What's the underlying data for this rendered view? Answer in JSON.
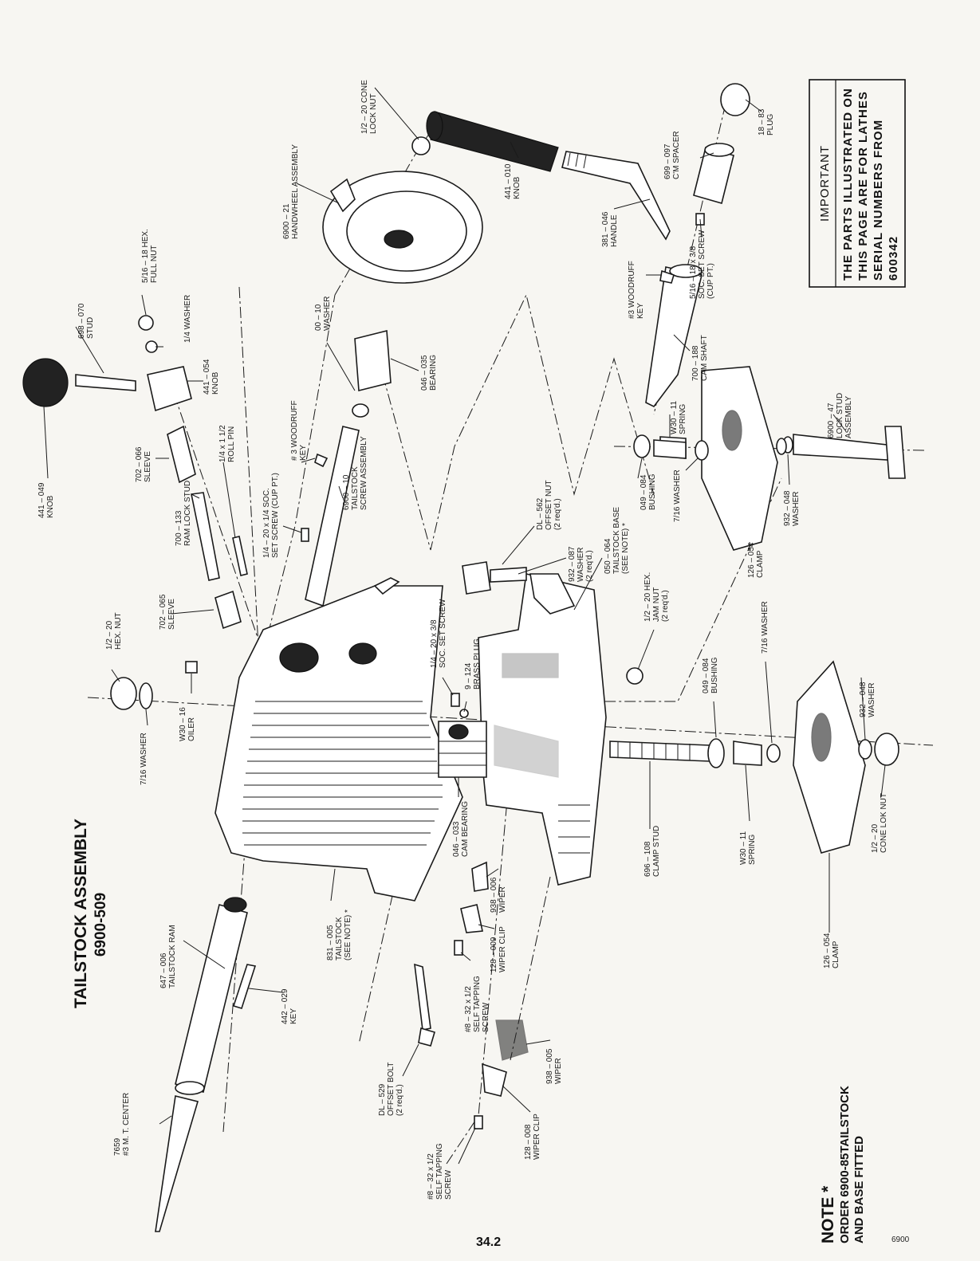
{
  "title": {
    "line1": "TAILSTOCK ASSEMBLY",
    "line2": "6900-509"
  },
  "important": {
    "heading": "IMPORTANT",
    "lines": [
      "THE PARTS ILLUSTRATED ON",
      "THIS PAGE ARE FOR LATHES",
      "SERIAL  NUMBERS  FROM",
      "600342"
    ]
  },
  "note": {
    "heading": "NOTE *",
    "line1": "ORDER 6900-85TAILSTOCK",
    "line2": "AND BASE FITTED"
  },
  "page_number": "34.2",
  "footer_code": "6900",
  "parts": {
    "p18_83": [
      "18 – 83",
      "PLUG"
    ],
    "p699_097": [
      "699 – 097",
      "C'M SPACER"
    ],
    "p441_010": [
      "441 – 010",
      "KNOB"
    ],
    "p381_046": [
      "381 – 046",
      "HANDLE"
    ],
    "p516_setscrew": [
      "5/16 – 18 x 3/8",
      "SOC. SET SCREW",
      "(CUP PT.)"
    ],
    "p_woodruff_a": [
      "#3 WOODRUFF",
      "KEY"
    ],
    "p700_188": [
      "700 – 188",
      "CAM SHAFT"
    ],
    "p12_cone_lock": [
      "1/2 – 20  CONE",
      "LOCK  NUT"
    ],
    "p6900_21": [
      "6900 – 21",
      "HANDWHEEL  ASSEMBLY"
    ],
    "p516_hex": [
      "5/16 – 18  HEX.",
      "FULL  NUT"
    ],
    "p14_washer": [
      "1/4  WASHER"
    ],
    "p698_070": [
      "698 – 070",
      "STUD"
    ],
    "p00_10": [
      "00 – 10",
      "WASHER"
    ],
    "p046_035": [
      "046 – 035",
      "BEARING"
    ],
    "p441_054": [
      "441 – 054",
      "KNOB"
    ],
    "p441_049": [
      "441 – 049",
      "KNOB"
    ],
    "p702_066": [
      "702 – 066",
      "SLEEVE"
    ],
    "p14_rollpin": [
      "1/4 x 1 1/2",
      "ROLL  PIN"
    ],
    "p700_133": [
      "700 – 133",
      "RAM  LOCK  STUD"
    ],
    "p_woodruff_b": [
      "# 3  WOODRUFF",
      "KEY"
    ],
    "p14_setscrew": [
      "1/4 – 20 x 1/4  SOC.",
      "SET  SCREW  (CUP  PT.)"
    ],
    "p6900_10": [
      "6900 – 10",
      "TAILSTOCK",
      "SCREW  ASSEMBLY"
    ],
    "pW30_11a": [
      "W30 – 11",
      "SPRING"
    ],
    "p6900_47": [
      "6900 – 47",
      "LOCK  STUD",
      "ASSEMBLY"
    ],
    "p049_084a": [
      "049 – 084",
      "BUSHING"
    ],
    "p716_washer_a": [
      "7/16  WASHER"
    ],
    "p932_048a": [
      "932 – 048",
      "WASHER"
    ],
    "pDL_562": [
      "DL – 562",
      "OFFSET  NUT",
      "(2 req'd.)"
    ],
    "p932_087": [
      "932 – 087",
      "WASHER",
      "(2 req'd.)"
    ],
    "p050_064": [
      "050 – 064",
      "TAILSTOCK  BASE",
      "(SEE  NOTE) *"
    ],
    "p126_054a": [
      "126 – 054",
      "CLAMP"
    ],
    "p702_065": [
      "702 – 065",
      "SLEEVE"
    ],
    "p12_hex_nut": [
      "1/2 – 20",
      "HEX.  NUT"
    ],
    "p14_socset": [
      "1/4 – 20 x 3/8",
      "SOC.  SET  SCREW"
    ],
    "p9_124": [
      "9 – 124",
      "BRASS  PLUG"
    ],
    "p12_jam": [
      "1/2 – 20  HEX.",
      "JAM  NUT",
      "(2 req'd.)"
    ],
    "p049_084b": [
      "049 – 084",
      "BUSHING"
    ],
    "p716_washer_b": [
      "7/16  WASHER"
    ],
    "pW30_16": [
      "W30 – 16",
      "OILER"
    ],
    "p716_washer_c": [
      "7/16  WASHER"
    ],
    "p932_048b": [
      "932 – 048",
      "WASHER"
    ],
    "p046_033": [
      "046 – 033",
      "CAM  BEARING"
    ],
    "p938_006": [
      "938 – 006",
      "WIPER"
    ],
    "p696_108": [
      "696 – 108",
      "CLAMP  STUD"
    ],
    "pW30_11b": [
      "W30 – 11",
      "SPRING"
    ],
    "p12_cone_lok": [
      "1/2 – 20",
      "CONE  LOK  NUT"
    ],
    "p126_054b": [
      "126 – 054",
      "CLAMP"
    ],
    "p647_006": [
      "647 – 006",
      "TAILSTOCK  RAM"
    ],
    "p831_005": [
      "831 – 005",
      "TAILSTOCK",
      "(SEE  NOTE) *"
    ],
    "p128_009": [
      "128 – 009",
      "WIPER  CLIP"
    ],
    "p442_029": [
      "442 – 029",
      "KEY"
    ],
    "p8_32_a": [
      "#8 – 32 x 1/2",
      "SELF  TAPPING",
      "SCREW"
    ],
    "pDL_529": [
      "DL – 529",
      "OFFSET  BOLT",
      "(2 req'd.)"
    ],
    "p938_005": [
      "938 – 005",
      "WIPER"
    ],
    "p7659": [
      "7659",
      "#3  M. T. CENTER"
    ],
    "p8_32_b": [
      "#8 – 32 x 1/2",
      "SELF  TAPPING",
      "SCREW"
    ],
    "p128_008": [
      "128 – 008",
      "WIPER  CLIP"
    ]
  }
}
